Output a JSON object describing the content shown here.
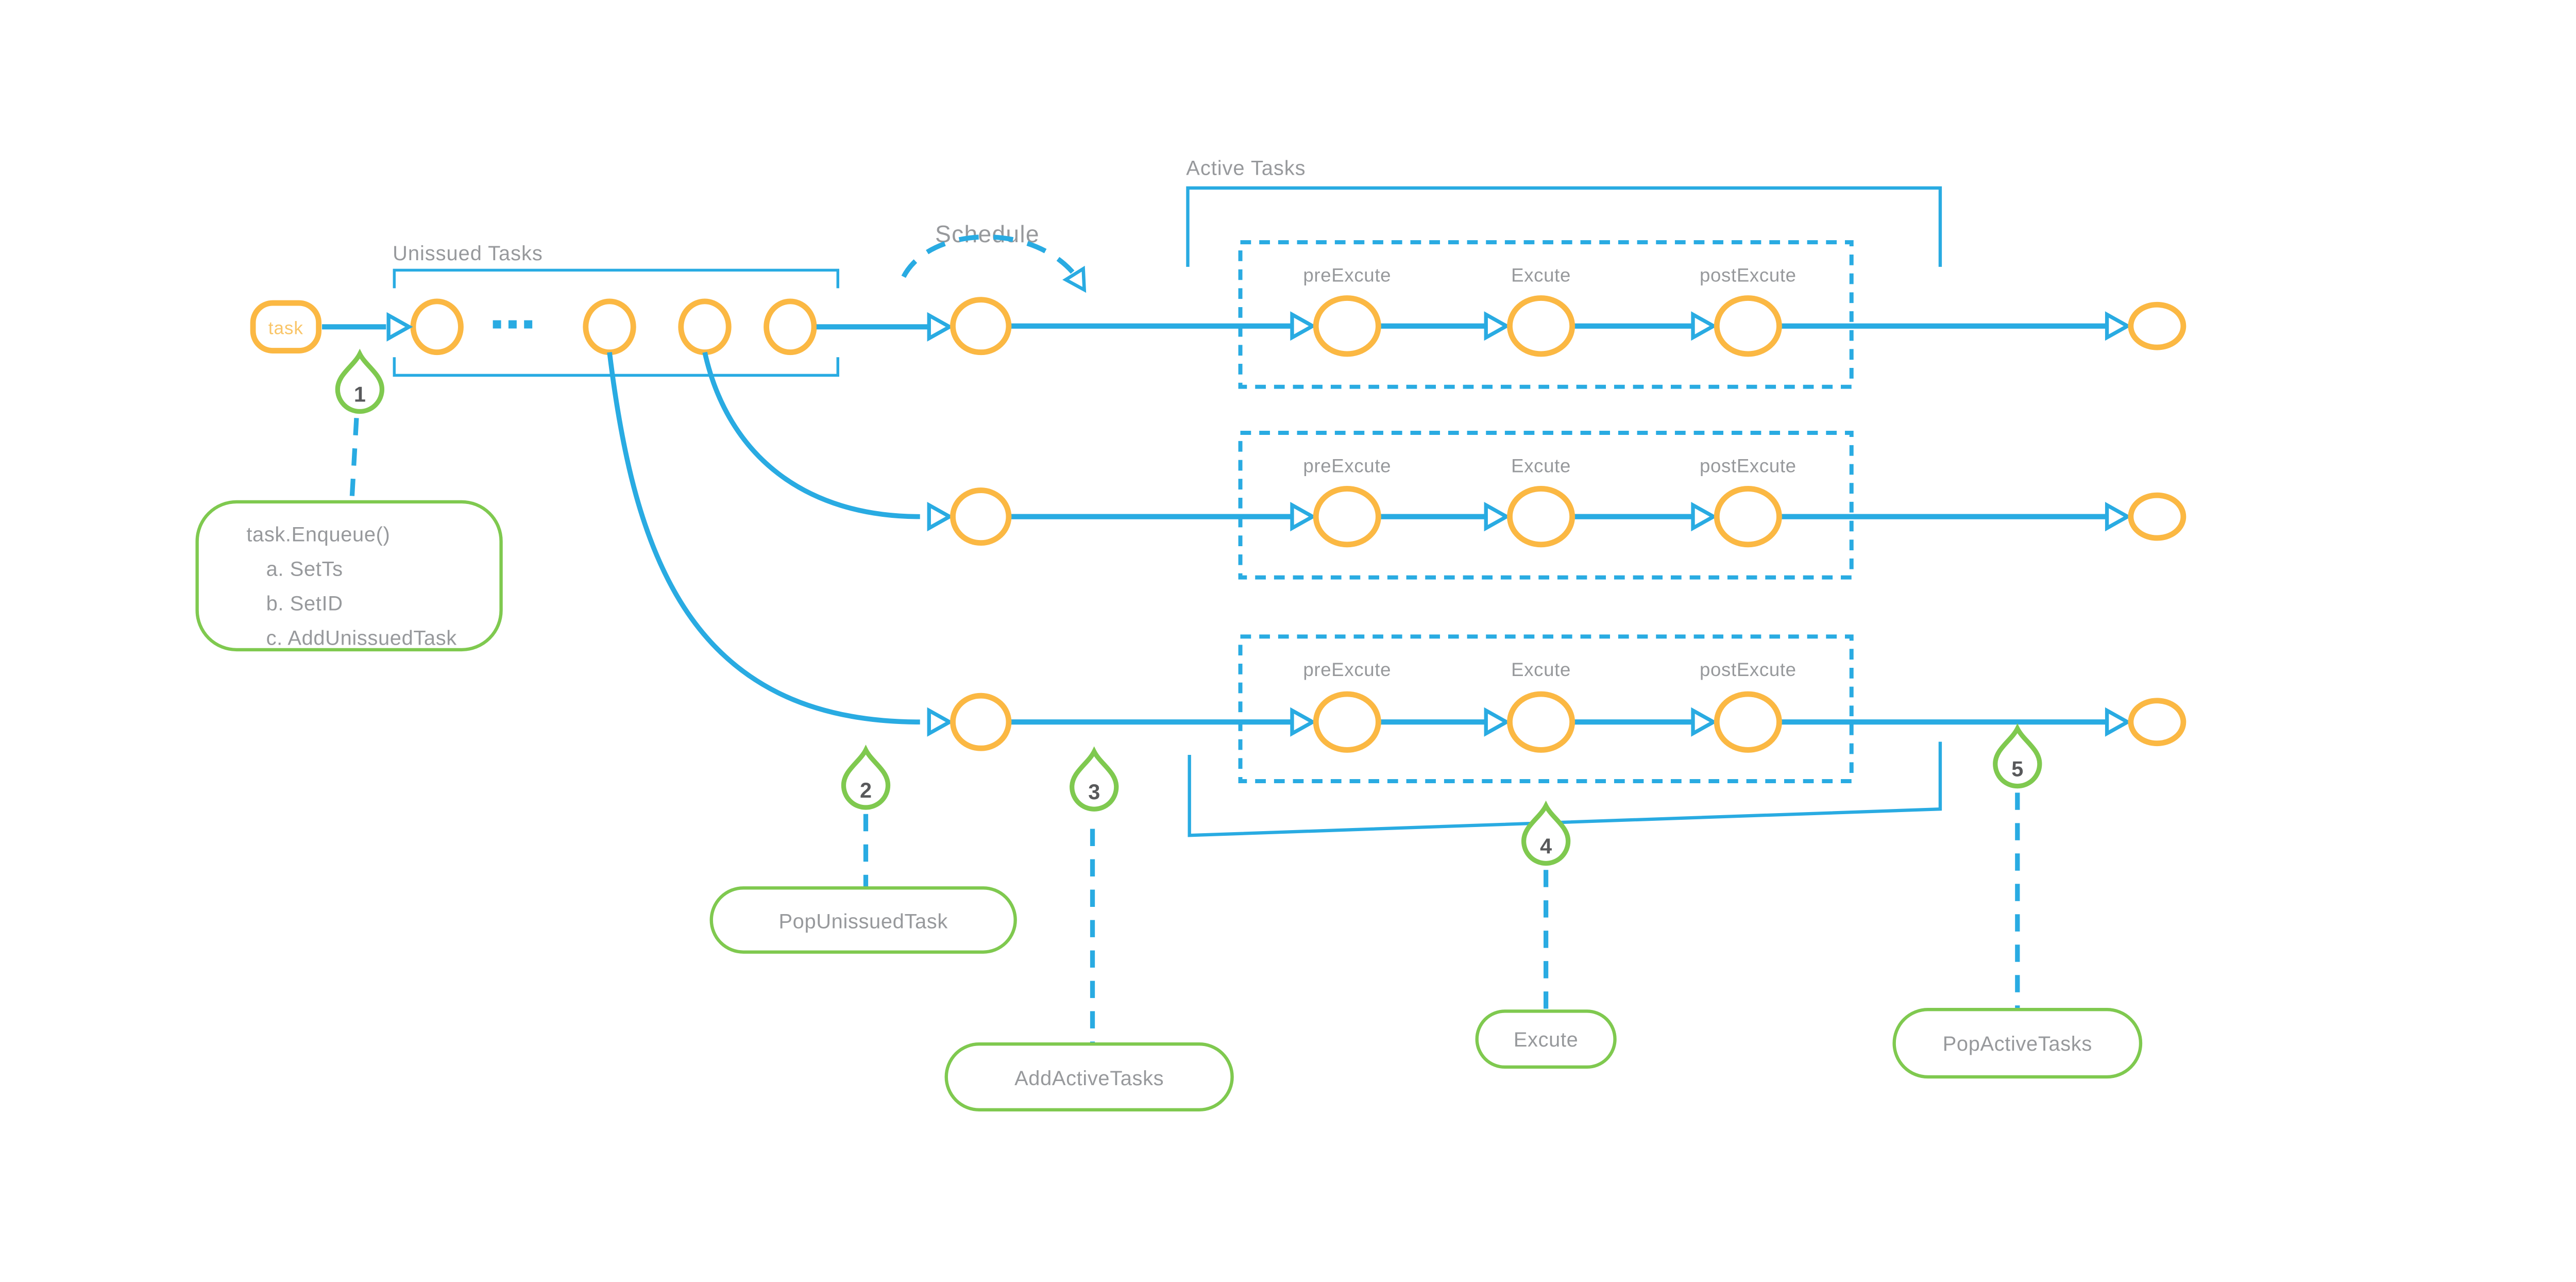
{
  "colors": {
    "line_blue": "#29ABE2",
    "node_orange": "#FBB843",
    "orange_text": "#F9C568",
    "marker_green": "#7FC94F",
    "label_gray": "#97999C",
    "number_gray": "#58595B",
    "background": "#FFFFFF"
  },
  "labels": {
    "task_node": "task",
    "unissued_section": "Unissued Tasks",
    "schedule": "Schedule",
    "active_section": "Active Tasks"
  },
  "stages": {
    "pre": "preExcute",
    "exec": "Excute",
    "post": "postExcute"
  },
  "callouts": {
    "c1": {
      "number": "1",
      "lines": [
        "task.Enqueue()",
        "a. SetTs",
        "b. SetID",
        "c. AddUnissuedTask"
      ]
    },
    "c2": {
      "number": "2",
      "label": "PopUnissuedTask"
    },
    "c3": {
      "number": "3",
      "label": "AddActiveTasks"
    },
    "c4": {
      "number": "4",
      "label": "Excute"
    },
    "c5": {
      "number": "5",
      "label": "PopActiveTasks"
    }
  }
}
